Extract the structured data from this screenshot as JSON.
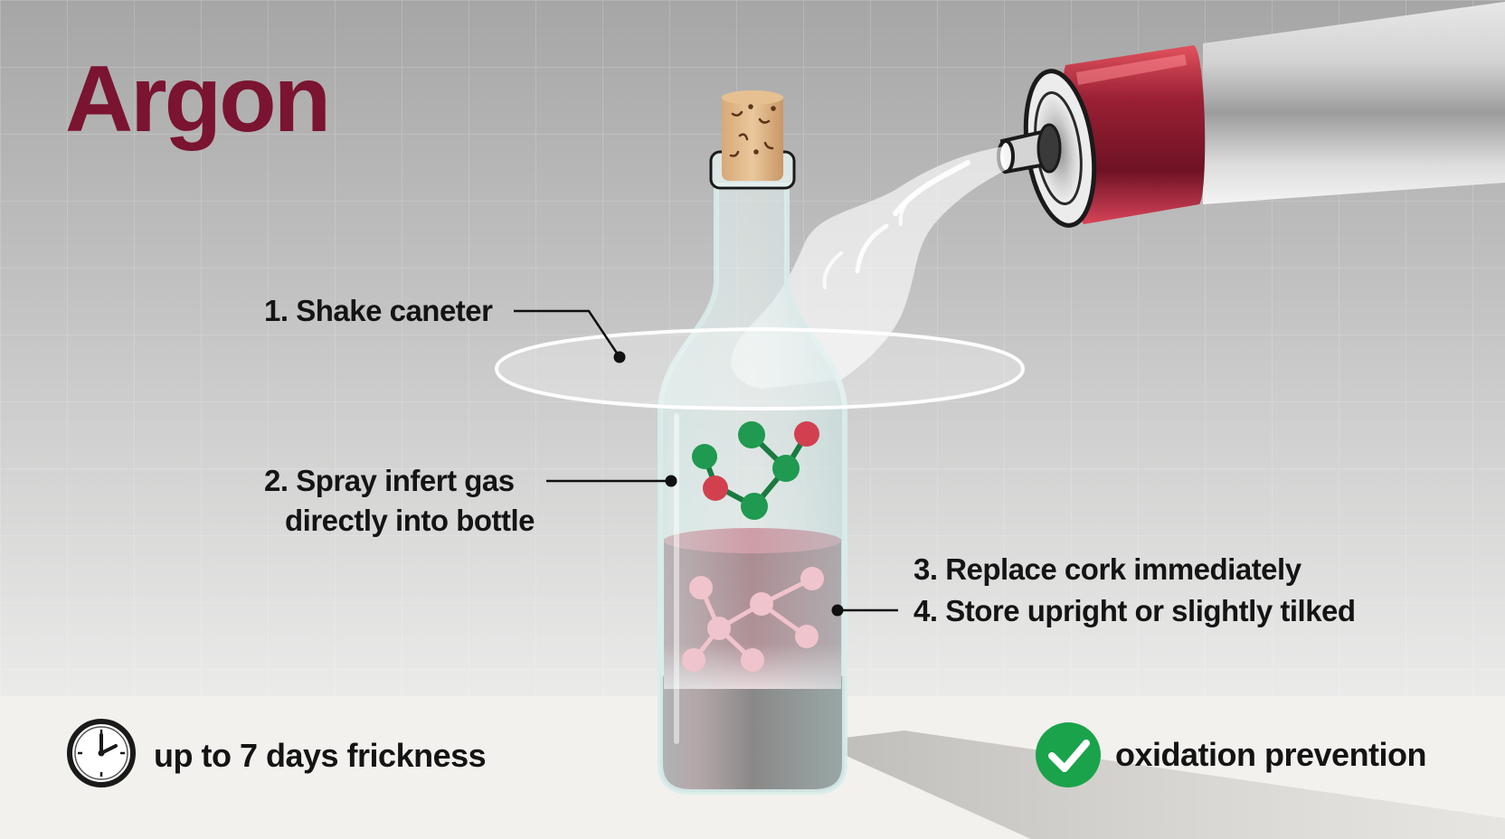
{
  "title": "Argon",
  "steps": {
    "shake": "1. Shake caneter",
    "spray_line1": "2. Spray infert gas",
    "spray_line2": "directly into bottle",
    "replace": "3.  Replace cork immediately",
    "store": "4. Store upright or slightly tilked"
  },
  "footer": {
    "freshness": "up to 7 days frickness",
    "benefit": "oxidation prevention"
  },
  "icons": {
    "clock": "clock-icon",
    "check": "check-circle-icon"
  },
  "colors": {
    "title": "#7a1430",
    "wine": "#5a0f1e",
    "canister_band": "#7a1a2c",
    "molecule_green": "#1f9a50",
    "molecule_red": "#d24050",
    "check_green": "#1aa34a"
  }
}
